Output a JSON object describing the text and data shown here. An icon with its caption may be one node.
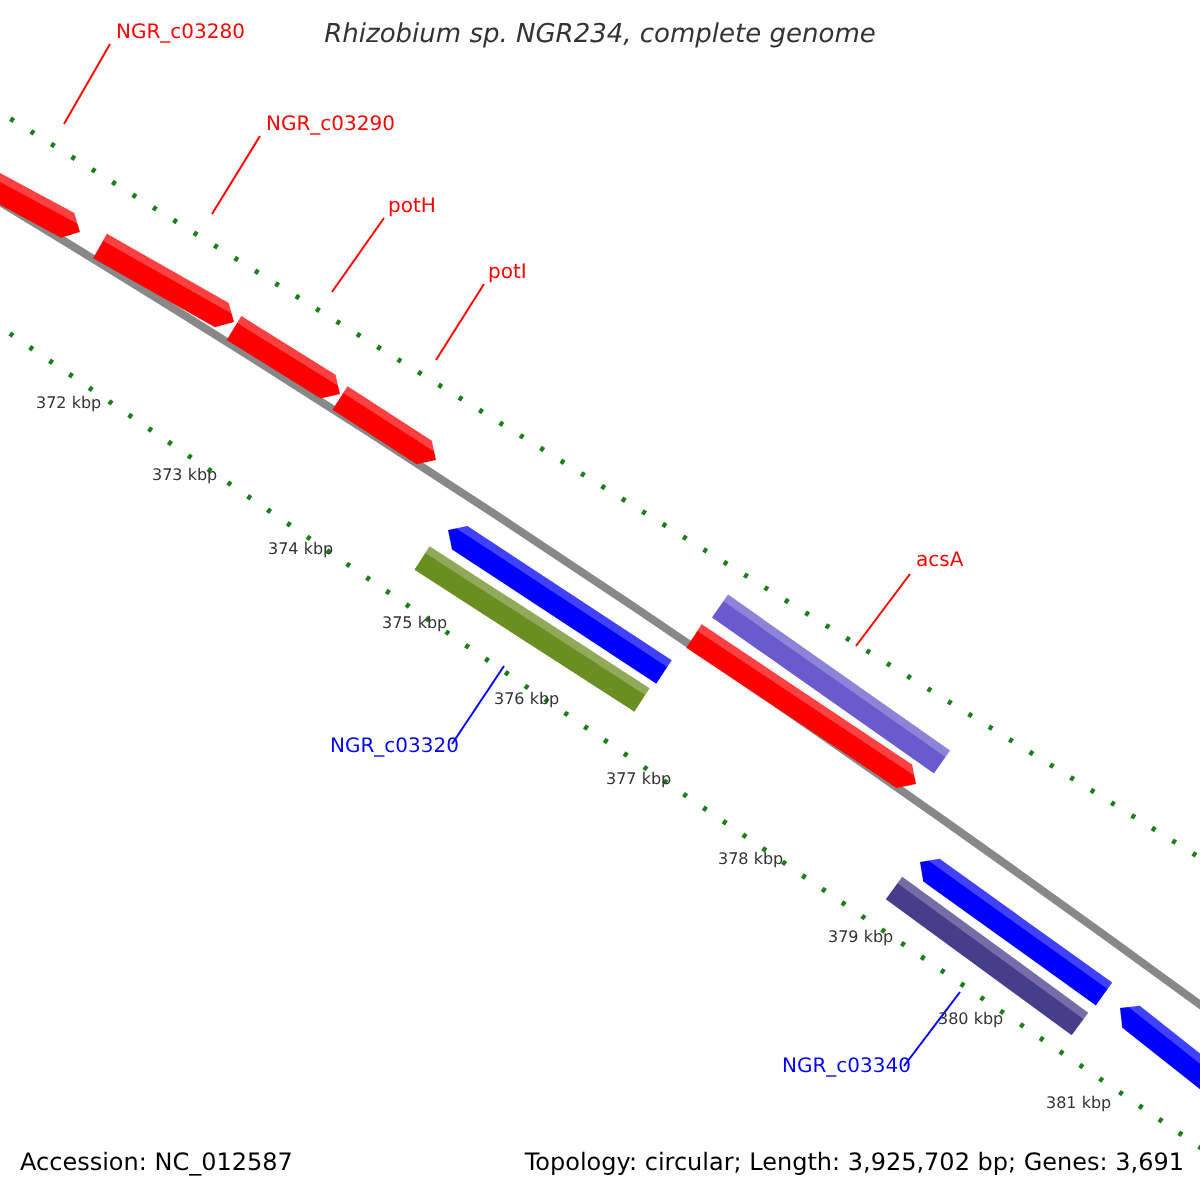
{
  "diagram": {
    "title": "Rhizobium sp. NGR234, complete genome",
    "nodes": [
      {
        "text": [
          "NGR_c03280"
        ]
      },
      {
        "text": [
          "NGR_c03290"
        ]
      },
      {
        "text": [
          "potH"
        ]
      },
      {
        "text": [
          "potI"
        ]
      },
      {
        "text": [
          "acsA"
        ]
      },
      {
        "text": [
          "NGR_c03320"
        ]
      },
      {
        "text": [
          "NGR_c03340"
        ]
      },
      {
        "text": [],
        "shape": "bar"
      },
      {
        "text": [],
        "shape": "bar"
      },
      {
        "text": [],
        "shape": "bar"
      },
      {
        "text": [],
        "shape": "bar"
      },
      {
        "text": [],
        "shape": "bar"
      },
      {
        "text": [],
        "shape": "bar"
      },
      {
        "text": [],
        "shape": "bar"
      },
      {
        "text": [],
        "shape": "bar"
      },
      {
        "text": [],
        "shape": "bar"
      },
      {
        "text": [],
        "shape": "bar"
      },
      {
        "text": [],
        "shape": "bar"
      }
    ],
    "edges": [
      {
        "from": 0,
        "to": 7,
        "arrow": "none"
      },
      {
        "from": 1,
        "to": 8,
        "arrow": "none"
      },
      {
        "from": 2,
        "to": 9,
        "arrow": "none"
      },
      {
        "from": 3,
        "to": 10,
        "arrow": "none"
      },
      {
        "from": 4,
        "to": 14,
        "arrow": "none"
      },
      {
        "from": 5,
        "to": 12,
        "arrow": "none",
        "color": "#0000ff"
      },
      {
        "from": 6,
        "to": 16,
        "arrow": "none",
        "color": "#0000ff"
      }
    ],
    "labels": [
      "372 kbp",
      "373 kbp",
      "374 kbp",
      "375 kbp",
      "376 kbp",
      "377 kbp",
      "378 kbp",
      "379 kbp",
      "380 kbp",
      "381 kbp",
      "Accession: NC_012587",
      "Topology: circular; Length: 3,925,702 bp; Genes: 3,691"
    ]
  }
}
